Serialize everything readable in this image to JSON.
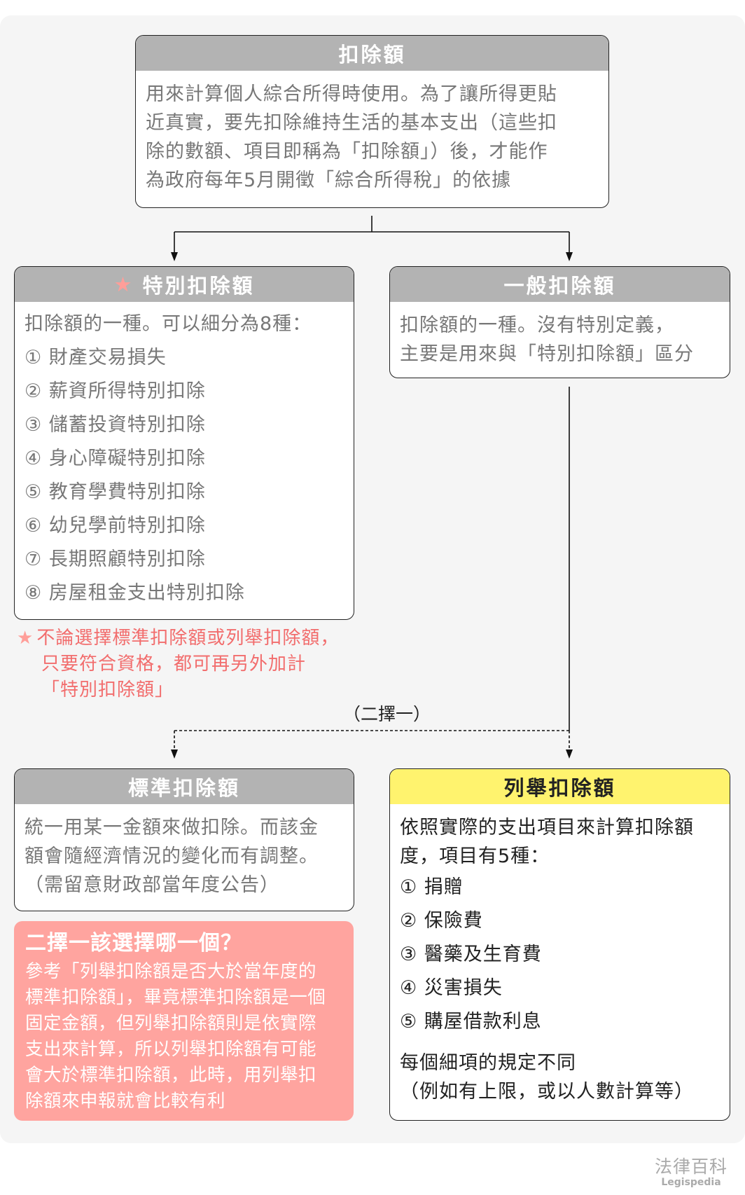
{
  "top": {
    "title": "扣除額",
    "lines": [
      "用來計算個人綜合所得時使用。為了讓所得更貼",
      "近真實，要先扣除維持生活的基本支出（這些扣",
      "除的數額、項目即稱為「扣除額」）後，才能作",
      "為政府每年5月開徵「綜合所得稅」的依據"
    ]
  },
  "special": {
    "title": "特別扣除額",
    "intro": "扣除額的一種。可以細分為8種：",
    "items": [
      "① 財產交易損失",
      "② 薪資所得特別扣除",
      "③ 儲蓄投資特別扣除",
      "④ 身心障礙特別扣除",
      "⑤ 教育學費特別扣除",
      "⑥ 幼兒學前特別扣除",
      "⑦ 長期照顧特別扣除",
      "⑧ 房屋租金支出特別扣除"
    ]
  },
  "general": {
    "title": "一般扣除額",
    "lines": [
      "扣除額的一種。沒有特別定義，",
      "主要是用來與「特別扣除額」區分"
    ]
  },
  "note": {
    "lines": [
      "不論選擇標準扣除額或列舉扣除額，",
      "只要符合資格，都可再另外加計",
      "「特別扣除額」"
    ]
  },
  "either_label": "（二擇一）",
  "standard": {
    "title": "標準扣除額",
    "lines": [
      "統一用某一金額來做扣除。而該金",
      "額會隨經濟情況的變化而有調整。",
      "（需留意財政部當年度公告）"
    ]
  },
  "itemized": {
    "title": "列舉扣除額",
    "intro": [
      "依照實際的支出項目來計算扣除額",
      "度，項目有5種："
    ],
    "items": [
      "① 捐贈",
      "② 保險費",
      "③ 醫藥及生育費",
      "④ 災害損失",
      "⑤ 購屋借款利息"
    ],
    "footer": [
      "每個細項的規定不同",
      "（例如有上限，或以人數計算等）"
    ]
  },
  "advice": {
    "title": "二擇一該選擇哪一個？",
    "lines": [
      "參考「列舉扣除額是否大於當年度的",
      "標準扣除額」，畢竟標準扣除額是一個",
      "固定金額，但列舉扣除額則是依實際",
      "支出來計算，所以列舉扣除額有可能",
      "會大於標準扣除額，此時，用列舉扣",
      "除額來申報就會比較有利"
    ]
  },
  "logo": {
    "zh": "法律百科",
    "en": "Legispedia"
  },
  "colors": {
    "header": "#b3b3b3",
    "yellow": "#fff36e",
    "pink": "#ffa49f",
    "note": "#f26d6d"
  }
}
